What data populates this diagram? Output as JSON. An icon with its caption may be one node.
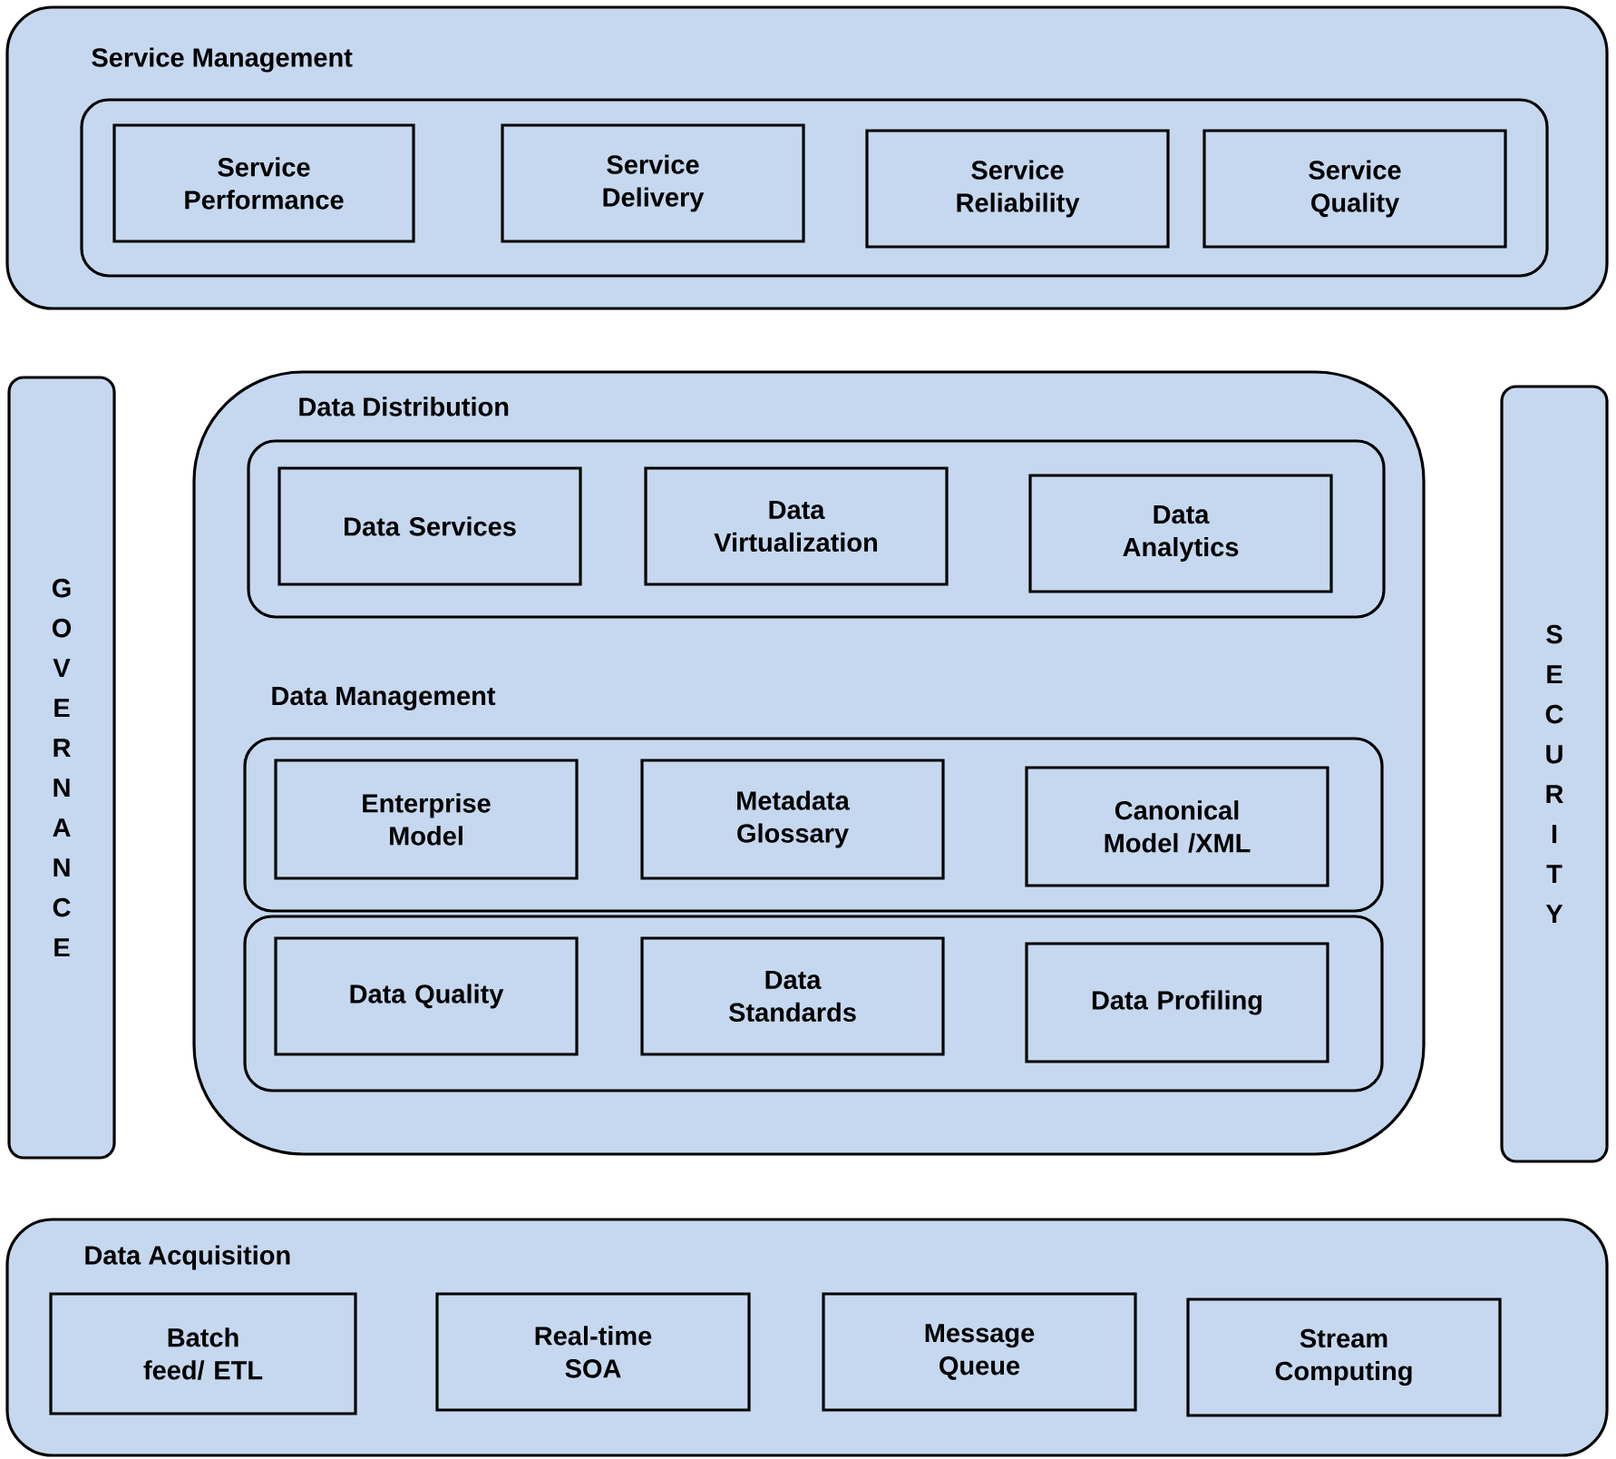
{
  "diagram": {
    "nodes": [
      {
        "text": [
          "Service Management"
        ]
      },
      {
        "text": [],
        "shape": "box",
        "in": 0
      },
      {
        "text": [
          "Service Performance"
        ],
        "in": 1
      },
      {
        "text": [
          "Service Delivery"
        ],
        "in": 1
      },
      {
        "text": [
          "Service Reliability"
        ],
        "in": 1
      },
      {
        "text": [
          "Service Quality"
        ],
        "in": 1
      },
      {
        "text": [
          "GOVERNANCE"
        ]
      },
      {
        "text": [
          "Data Distribution",
          "Data Management"
        ]
      },
      {
        "text": [],
        "shape": "box",
        "in": 7
      },
      {
        "text": [
          "Data Services"
        ],
        "in": 8
      },
      {
        "text": [
          "Data Virtualization"
        ],
        "in": 8
      },
      {
        "text": [
          "Data Analytics"
        ],
        "in": 8
      },
      {
        "text": [],
        "shape": "box",
        "in": 7
      },
      {
        "text": [
          "Enterprise Model"
        ],
        "in": 12
      },
      {
        "text": [
          "Metadata Glossary"
        ],
        "in": 12
      },
      {
        "text": [
          "Canonical Model /XML"
        ],
        "in": 12
      },
      {
        "text": [],
        "shape": "box",
        "in": 7
      },
      {
        "text": [
          "Data Quality"
        ],
        "in": 16
      },
      {
        "text": [
          "Data Standards"
        ],
        "in": 16
      },
      {
        "text": [
          "Data Profiling"
        ],
        "in": 16
      },
      {
        "text": [
          "SECURITY"
        ]
      },
      {
        "text": [
          "Data Acquisition"
        ]
      },
      {
        "text": [
          "Batch feed/ ETL"
        ],
        "in": 21
      },
      {
        "text": [
          "Real-time SOA"
        ],
        "in": 21
      },
      {
        "text": [
          "Message Queue"
        ],
        "in": 21
      },
      {
        "text": [
          "Stream Computing"
        ],
        "in": 21
      }
    ]
  }
}
